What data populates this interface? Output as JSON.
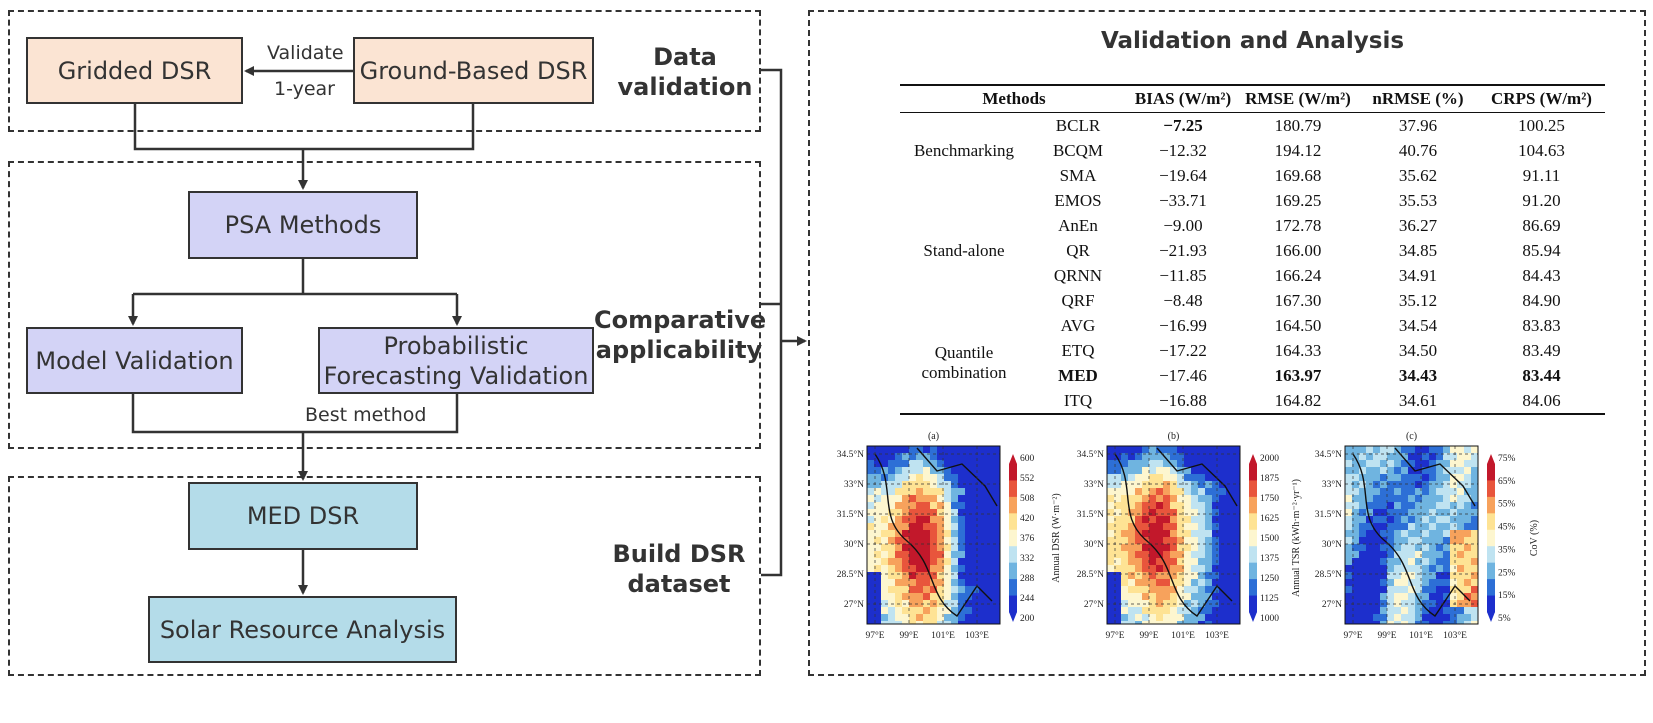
{
  "left": {
    "sections": {
      "data_validation": "Data\nvalidation",
      "comparative": "Comparative\napplicability",
      "build": "Build DSR\ndataset"
    },
    "boxes": {
      "gridded": "Gridded DSR",
      "ground": "Ground-Based DSR",
      "psa": "PSA Methods",
      "model_val": "Model Validation",
      "prob_val": "Probabilistic\nForecasting Validation",
      "med": "MED DSR",
      "solar": "Solar Resource Analysis"
    },
    "labels": {
      "validate": "Validate",
      "year": "1-year",
      "best": "Best method"
    }
  },
  "right": {
    "title": "Validation and Analysis",
    "table": {
      "headers": [
        "Methods",
        "BIAS (W/m²)",
        "RMSE (W/m²)",
        "nRMSE (%)",
        "CRPS (W/m²)"
      ],
      "groups": [
        "Benchmarking",
        "Stand-alone",
        "Quantile\ncombination"
      ],
      "rows": [
        {
          "m": "BCLR",
          "bias": "−7.25",
          "rmse": "180.79",
          "nrmse": "37.96",
          "crps": "100.25"
        },
        {
          "m": "BCQM",
          "bias": "−12.32",
          "rmse": "194.12",
          "nrmse": "40.76",
          "crps": "104.63"
        },
        {
          "m": "SMA",
          "bias": "−19.64",
          "rmse": "169.68",
          "nrmse": "35.62",
          "crps": "91.11"
        },
        {
          "m": "EMOS",
          "bias": "−33.71",
          "rmse": "169.25",
          "nrmse": "35.53",
          "crps": "91.20"
        },
        {
          "m": "AnEn",
          "bias": "−9.00",
          "rmse": "172.78",
          "nrmse": "36.27",
          "crps": "86.69"
        },
        {
          "m": "QR",
          "bias": "−21.93",
          "rmse": "166.00",
          "nrmse": "34.85",
          "crps": "85.94"
        },
        {
          "m": "QRNN",
          "bias": "−11.85",
          "rmse": "166.24",
          "nrmse": "34.91",
          "crps": "84.43"
        },
        {
          "m": "QRF",
          "bias": "−8.48",
          "rmse": "167.30",
          "nrmse": "35.12",
          "crps": "84.90"
        },
        {
          "m": "AVG",
          "bias": "−16.99",
          "rmse": "164.50",
          "nrmse": "34.54",
          "crps": "83.83"
        },
        {
          "m": "ETQ",
          "bias": "−17.22",
          "rmse": "164.33",
          "nrmse": "34.50",
          "crps": "83.49"
        },
        {
          "m": "MED",
          "bias": "−17.46",
          "rmse": "163.97",
          "nrmse": "34.43",
          "crps": "83.44"
        },
        {
          "m": "ITQ",
          "bias": "−16.88",
          "rmse": "164.82",
          "nrmse": "34.61",
          "crps": "84.06"
        }
      ]
    },
    "maps": [
      {
        "panel": "(a)",
        "cbar_label": "Annual DSR (W·m⁻²)",
        "ticks": [
          "600",
          "552",
          "508",
          "420",
          "376",
          "332",
          "288",
          "244",
          "200"
        ],
        "colors": [
          "#c2182b",
          "#e8553c",
          "#f7a25c",
          "#fee394",
          "#fdf6cf",
          "#bfe3f1",
          "#6fb4e0",
          "#2d6fd6",
          "#1d2fcc"
        ]
      },
      {
        "panel": "(b)",
        "cbar_label": "Annual TSR (kWh·m⁻²·yr⁻¹)",
        "ticks": [
          "2000",
          "1875",
          "1750",
          "1625",
          "1500",
          "1375",
          "1250",
          "1125",
          "1000"
        ],
        "colors": [
          "#c2182b",
          "#e8553c",
          "#f7a25c",
          "#fee394",
          "#fdf6cf",
          "#bfe3f1",
          "#6fb4e0",
          "#2d6fd6",
          "#1d2fcc"
        ]
      },
      {
        "panel": "(c)",
        "cbar_label": "CoV (%)",
        "ticks": [
          "75%",
          "65%",
          "55%",
          "45%",
          "35%",
          "25%",
          "15%",
          "5%"
        ],
        "colors": [
          "#c2182b",
          "#e8553c",
          "#f7a25c",
          "#fee394",
          "#fdf6cf",
          "#bfe3f1",
          "#6fb4e0",
          "#2d6fd6",
          "#1d2fcc"
        ]
      }
    ],
    "lat_ticks": [
      "34.5°N",
      "33°N",
      "31.5°N",
      "30°N",
      "28.5°N",
      "27°N"
    ],
    "lon_ticks": [
      "97°E",
      "99°E",
      "101°E",
      "103°E"
    ]
  }
}
